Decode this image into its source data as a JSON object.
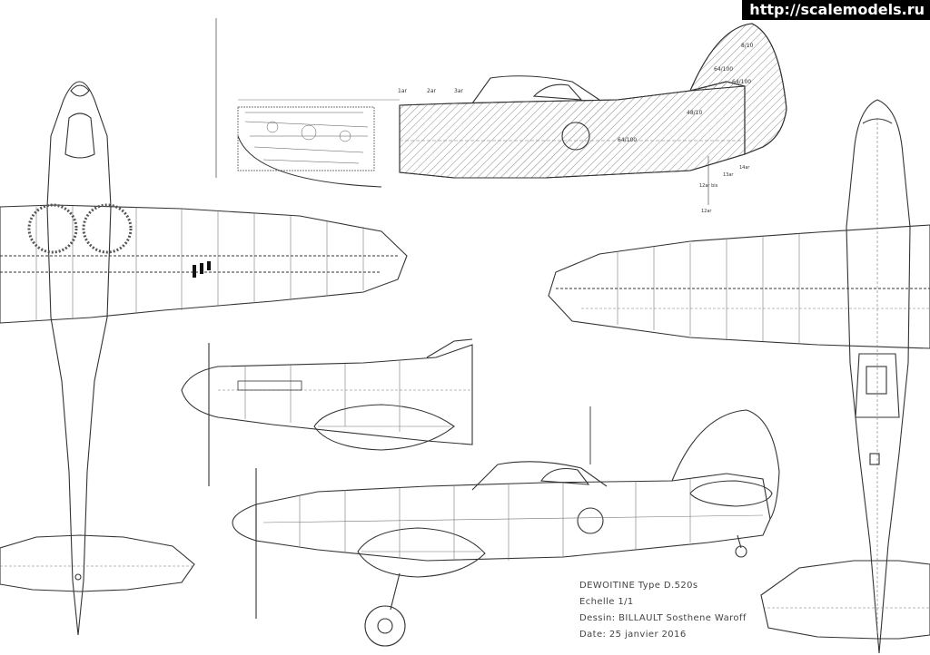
{
  "watermark": "http://scalemodels.ru",
  "title_block": {
    "line1": "DEWOITINE Type D.520s",
    "line2": "Echelle 1/1",
    "line3": "Dessin: BILLAULT Sosthene Waroff",
    "line4": "Date: 25 janvier 2016"
  },
  "cutaway_labels": {
    "frames_top": [
      "1ar",
      "2ar",
      "3ar"
    ],
    "sections": [
      "8/10",
      "64/100",
      "64/100",
      "48/10",
      "64/100"
    ],
    "frames_tail": [
      "12ar bis",
      "12ar",
      "13ar",
      "14ar"
    ]
  },
  "colors": {
    "ink": "#333333",
    "hatch": "#8a8a8a",
    "panel": "#777777"
  }
}
